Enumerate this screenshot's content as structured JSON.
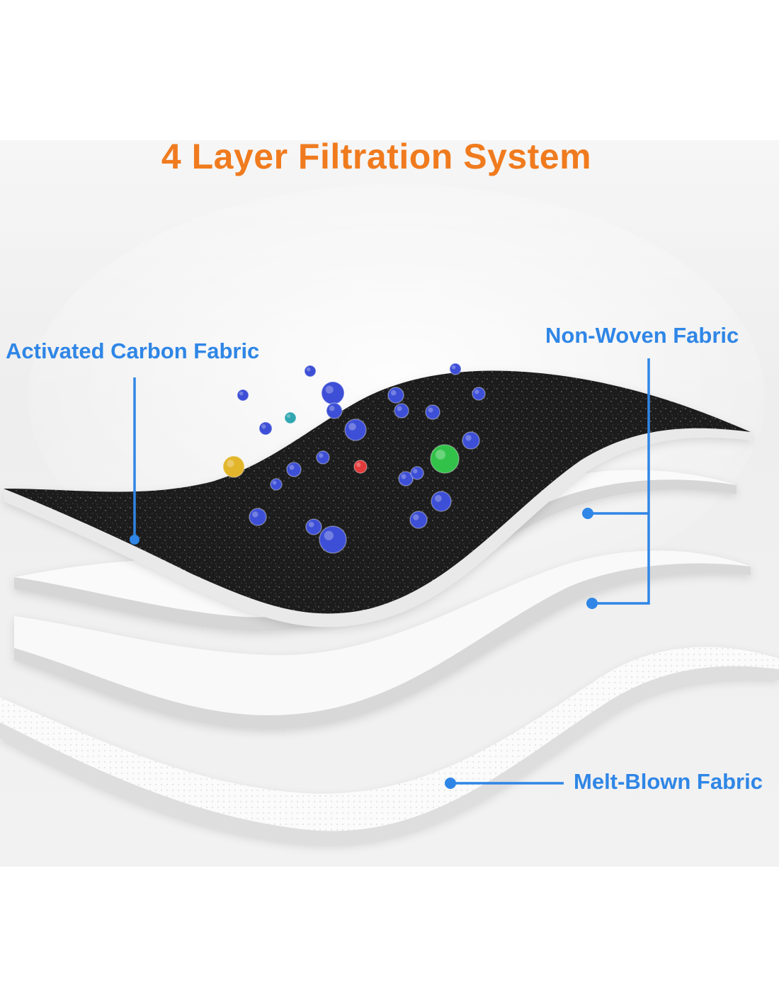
{
  "title": "4 Layer Filtration System",
  "labels": {
    "activated_carbon": "Activated Carbon Fabric",
    "non_woven": "Non-Woven Fabric",
    "melt_blown": "Melt-Blown Fabric"
  },
  "colors": {
    "title": "#f07b1e",
    "label": "#2f86e6",
    "carbon_layer": "#1e1e1e",
    "white_layer": "#fbfbfb",
    "particle_primary": "#3d4fd6",
    "particle_accents": [
      "#e2b52b",
      "#2fa6b0",
      "#e23a3a",
      "#32c24a"
    ]
  },
  "layers": [
    {
      "name": "activated-carbon-layer"
    },
    {
      "name": "non-woven-layer-1"
    },
    {
      "name": "melt-blown-layer"
    },
    {
      "name": "non-woven-layer-2"
    }
  ]
}
